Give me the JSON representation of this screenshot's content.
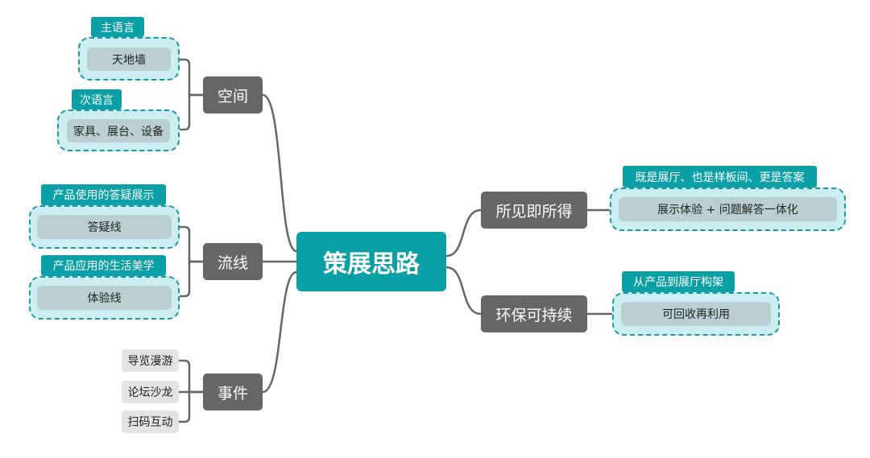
{
  "colors": {
    "accent": "#0aa0a6",
    "branch": "#666666",
    "connector": "#666666",
    "group_fill": "#cdeef0",
    "group_border": "#1899a6",
    "inner_fill": "#b9cfd1",
    "leaf_fill": "#e3e3e3"
  },
  "center": {
    "label": "策展思路"
  },
  "space": {
    "label": "空间",
    "primary": {
      "tag": "主语言",
      "item": "天地墙"
    },
    "secondary": {
      "tag": "次语言",
      "item": "家具、展台、设备"
    }
  },
  "flow": {
    "label": "流线",
    "qa": {
      "tag": "产品使用的答疑展示",
      "item": "答疑线"
    },
    "life": {
      "tag": "产品应用的生活美学",
      "item": "体验线"
    }
  },
  "events": {
    "label": "事件",
    "items": [
      "导览漫游",
      "论坛沙龙",
      "扫码互动"
    ]
  },
  "wysiwyg": {
    "label": "所见即所得",
    "tag": "既是展厅、也是样板间、更是答案",
    "item": "展示体验 + 问题解答一体化"
  },
  "eco": {
    "label": "环保可持续",
    "tag": "从产品到展厅构架",
    "item": "可回收再利用"
  }
}
